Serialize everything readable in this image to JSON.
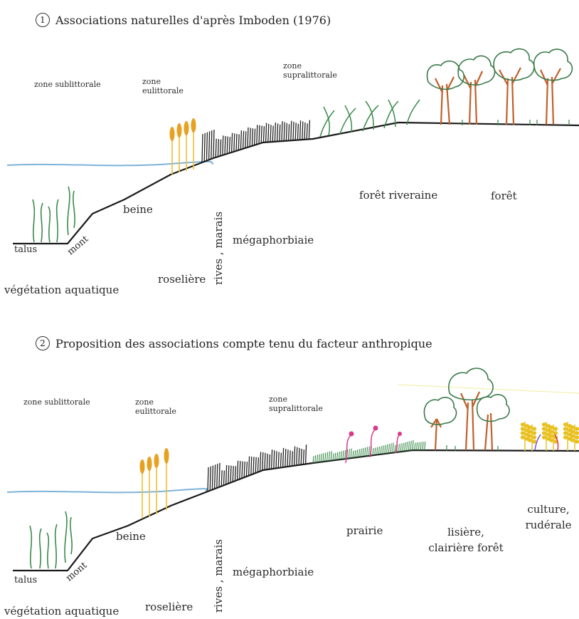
{
  "panel1": {
    "number": "1",
    "title": "Associations naturelles d'après Imboden (1976)",
    "zones": {
      "sublittorale": "zone sublittorale",
      "eulittorale": "zone eulittorale",
      "supralittorale": "zone supralittorale"
    },
    "labels": {
      "talus": "talus",
      "mont": "mont",
      "beine": "beine",
      "vegetation_aquatique": "végétation aquatique",
      "roseliere": "roselière",
      "rives_marais": "rives , marais",
      "megaphorbiaie": "mégaphorbiaie",
      "foret_riveraine": "forêt riveraine",
      "foret": "forêt"
    }
  },
  "panel2": {
    "number": "2",
    "title": "Proposition des associations compte tenu du facteur anthropique",
    "zones": {
      "sublittorale": "zone sublittorale",
      "eulittorale": "zone eulittorale",
      "supralittorale": "zone supralittorale"
    },
    "labels": {
      "talus": "talus",
      "mont": "mont",
      "beine": "beine",
      "vegetation_aquatique": "végétation aquatique",
      "roseliere": "roselière",
      "rives_marais": "rives , marais",
      "megaphorbiaie": "mégaphorbiaie",
      "prairie": "prairie",
      "lisiere": "lisière, clairière forêt",
      "culture": "culture, rudérale"
    }
  },
  "colors": {
    "ground": "#1a1a1a",
    "water": "#7db3d8",
    "reed": "#e8a020",
    "reed_stem": "#f0c030",
    "grass": "#3a8a4a",
    "marsh": "#222222",
    "tree_trunk": "#c0602a",
    "tree_crown": "#3a7a4a",
    "flower": "#d83a8a",
    "crop": "#e8c020"
  }
}
